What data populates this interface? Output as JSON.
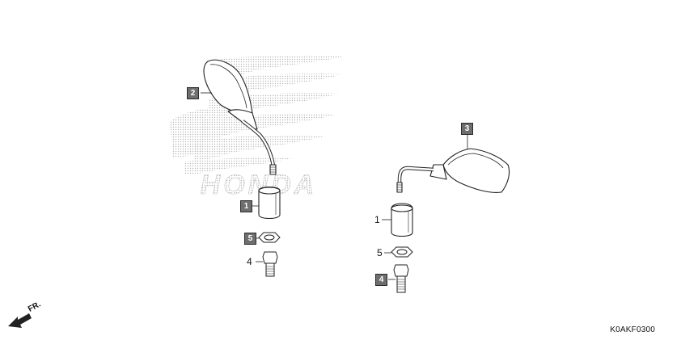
{
  "diagram": {
    "watermark_brand": "HONDA",
    "diagram_code": "K0AKF0300",
    "direction_label": "FR.",
    "left_assembly": {
      "mirror_callout": "2",
      "cover_callout": "1",
      "nut_callout": "5",
      "adapter_callout": "4"
    },
    "right_assembly": {
      "mirror_callout": "3",
      "cover_callout": "1",
      "nut_callout": "5",
      "adapter_callout": "4"
    },
    "colors": {
      "line": "#222222",
      "callout_fill": "#6e6e6e",
      "watermark": "#b8b8b8"
    }
  }
}
